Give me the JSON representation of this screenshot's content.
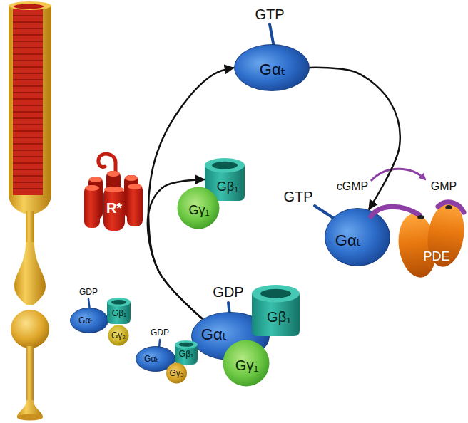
{
  "diagram": {
    "nodes": [
      {
        "text": [
          "GTP",
          "Gαₜ"
        ]
      },
      {
        "text": [
          "R*"
        ]
      },
      {
        "text": [
          "Gβ₁"
        ]
      },
      {
        "text": [
          "Gγ₁"
        ]
      },
      {
        "text": [
          "GTP",
          "Gαₜ"
        ]
      },
      {
        "text": [
          "PDE"
        ]
      },
      {
        "text": [
          "GDP",
          "Gαₜ"
        ]
      },
      {
        "text": [
          "Gβ₁"
        ]
      },
      {
        "text": [
          "Gγ₂"
        ]
      },
      {
        "text": [
          "GDP",
          "Gαₜ"
        ]
      },
      {
        "text": [
          "Gβ₁"
        ]
      },
      {
        "text": [
          "Gγ₁"
        ]
      },
      {
        "text": [
          "GDP",
          "Gαₜ"
        ]
      },
      {
        "text": [
          "Gβ₁"
        ]
      },
      {
        "text": [
          "Gγ₃"
        ]
      }
    ],
    "edges": [
      {
        "from": 9,
        "to": 0,
        "arrow": "to"
      },
      {
        "from": 9,
        "to": 2,
        "arrow": "to"
      },
      {
        "from": 0,
        "to": 4,
        "arrow": "to"
      }
    ],
    "labels": [
      "cGMP",
      "GMP"
    ]
  }
}
